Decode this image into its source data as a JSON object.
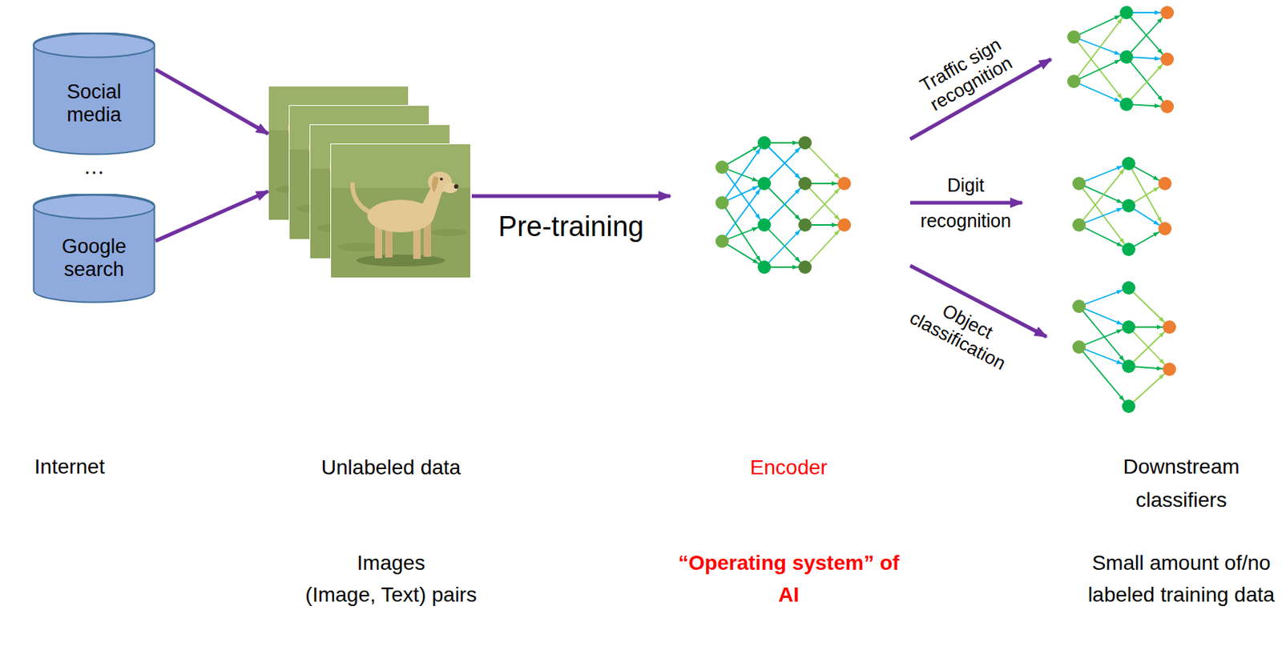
{
  "diagram": {
    "nodes": [
      {
        "text": [
          "Social media"
        ]
      },
      {
        "text": [
          "Google search"
        ]
      },
      {
        "text": [
          "Unlabeled data",
          "Images",
          "(Image, Text) pairs"
        ]
      },
      {
        "text": [
          "Encoder",
          "“Operating system” of AI"
        ]
      }
    ],
    "edges": [
      {
        "from": 0,
        "to": 2,
        "arrow": "to"
      },
      {
        "from": 1,
        "to": 2,
        "arrow": "to"
      },
      {
        "from": 2,
        "to": 3,
        "label": "Pre-training",
        "arrow": "to"
      }
    ],
    "labels": [
      "…",
      "Internet",
      "Traffic sign recognition",
      "Digit recognition",
      "Object classification",
      "Downstream classifiers",
      "Small amount of/no labeled training data"
    ]
  }
}
